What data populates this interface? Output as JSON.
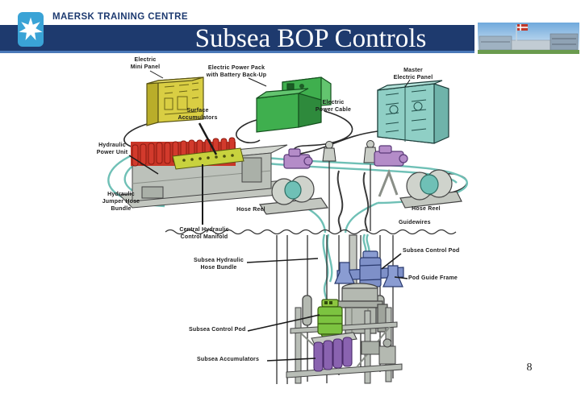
{
  "header": {
    "brand": "MAERSK TRAINING CENTRE",
    "title": "Subsea BOP Controls",
    "bar_color": "#1e3a6e",
    "logo_color": "#3aa3d6",
    "logo_star_icon": "maersk-seven-pointed-star",
    "photo_description": "training-centre-building-photo"
  },
  "page_number": "8",
  "diagram": {
    "labels": {
      "electric_mini_panel": "Electric\nMini Panel",
      "electric_power_pack": "Electric Power Pack\nwith Battery Back-Up",
      "surface_accumulators": "Surface\nAccumulators",
      "electric_power_cable": "Electric\nPower Cable",
      "master_electric_panel": "Master\nElectric Panel",
      "hydraulic_power_unit": "Hydraulic\nPower Unit",
      "hydraulic_jumper_hose_bundle": "Hydraulic\nJumper Hose\nBundle",
      "central_hydraulic_control_manifold": "Central Hydraulic\nControl Manifold",
      "hose_reel_left": "Hose Reel",
      "hose_reel_right": "Hose Reel",
      "guidewires": "Guidewires",
      "subsea_hydraulic_hose_bundle": "Subsea Hydraulic\nHose Bundle",
      "subsea_control_pod_upper": "Subsea Control Pod",
      "pod_guide_frame": "Pod Guide Frame",
      "subsea_control_pod_lower": "Subsea Control Pod",
      "subsea_accumulators": "Subsea Accumulators"
    },
    "colors": {
      "mini_panel_yellow": "#d9ce43",
      "power_pack_green": "#3faf4e",
      "master_panel_teal": "#8fcfc5",
      "accumulator_red": "#d23a2c",
      "manifold_yellow_green": "#c8d23e",
      "hose_teal": "#6fc0b6",
      "pod_blue": "#7e90c8",
      "pod_green": "#7cc340",
      "subsea_accumulator_purple": "#8a63b0",
      "equipment_gray": "#bcc1ba"
    }
  }
}
